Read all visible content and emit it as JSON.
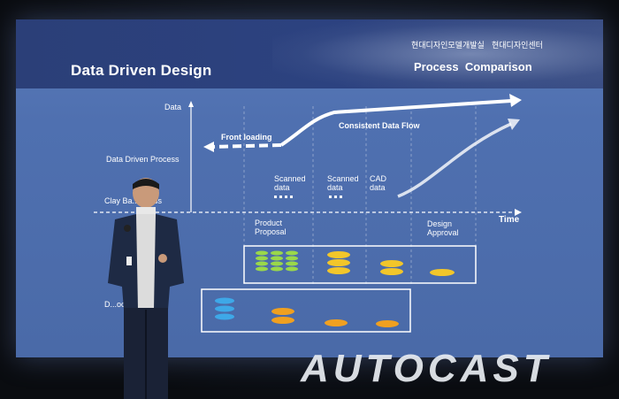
{
  "slide": {
    "title": "Data Driven Design",
    "org_left": "현대디자인모델개발실",
    "org_right": "현대디자인센터",
    "subtitle": "Process  Comparison"
  },
  "diagram": {
    "axis_y_label": "Data",
    "axis_x_label": "Time",
    "row_data_driven": "Data Driven Process",
    "row_clay_base": "Clay Ba... ocess",
    "row_bottom_partial": "D...ocess",
    "front_loading": "Front loading",
    "consistent_flow": "Consistent Data Flow",
    "scanned_1": "Scanned data",
    "scanned_2": "Scanned data",
    "cad_data": "CAD data",
    "product_proposal": "Product Proposal",
    "design_approval": "Design Approval"
  },
  "colors": {
    "green_models": "#9ad84a",
    "yellow_models": "#f2c62a",
    "orange_models": "#f0a020",
    "blue_models": "#3ea8e8",
    "arrow": "#ffffff"
  },
  "watermark": "AUTOCAST"
}
